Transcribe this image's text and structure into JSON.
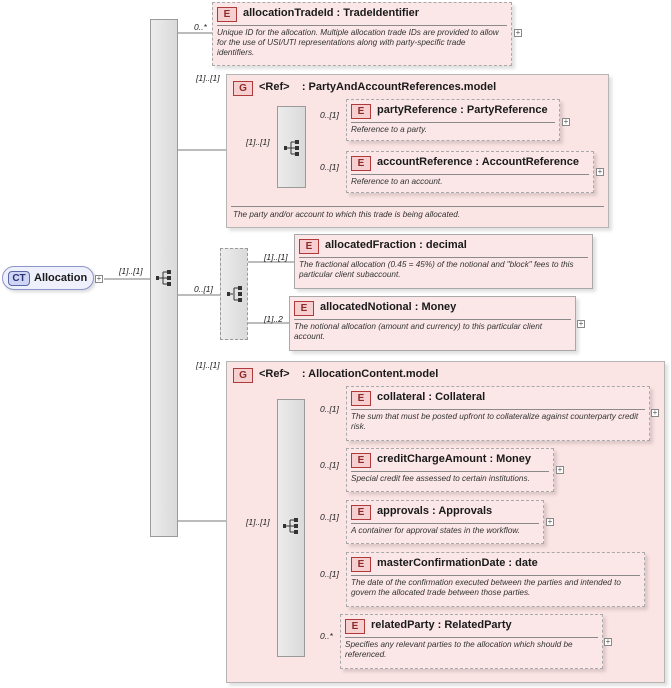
{
  "root": {
    "badge": "CT",
    "name": "Allocation",
    "cardinality": "[1]..[1]"
  },
  "elements": {
    "allocationTradeId": {
      "badge": "E",
      "name": "allocationTradeId : TradeIdentifier",
      "card": "0..*",
      "doc": "Unique ID for the allocation. Multiple allocation trade IDs are provided to allow for the use of USI/UTI representations along with party-specific trade identifiers."
    },
    "partyReference": {
      "badge": "E",
      "name": "partyReference : PartyReference",
      "card": "0..[1]",
      "doc": "Reference to a party."
    },
    "accountReference": {
      "badge": "E",
      "name": "accountReference : AccountReference",
      "card": "0..[1]",
      "doc": "Reference to an account."
    },
    "allocatedFraction": {
      "badge": "E",
      "name": "allocatedFraction : decimal",
      "card": "[1]..[1]",
      "doc": "The fractional allocation (0.45 = 45%) of the notional and \"block\" fees to this particular client subaccount."
    },
    "allocatedNotional": {
      "badge": "E",
      "name": "allocatedNotional : Money",
      "card": "[1]..2",
      "doc": "The notional allocation (amount and currency) to this particular client account."
    },
    "collateral": {
      "badge": "E",
      "name": "collateral : Collateral",
      "card": "0..[1]",
      "doc": "The sum that must be posted upfront to collateralize against counterparty credit risk."
    },
    "creditChargeAmount": {
      "badge": "E",
      "name": "creditChargeAmount : Money",
      "card": "0..[1]",
      "doc": "Special credit fee assessed to certain institutions."
    },
    "approvals": {
      "badge": "E",
      "name": "approvals : Approvals",
      "card": "0..[1]",
      "doc": "A container for approval states in the workflow."
    },
    "masterConfirmationDate": {
      "badge": "E",
      "name": "masterConfirmationDate : date",
      "card": "0..[1]",
      "doc": "The date of the confirmation executed between the parties and intended to govern the allocated trade between those parties."
    },
    "relatedParty": {
      "badge": "E",
      "name": "relatedParty : RelatedParty",
      "card": "0..*",
      "doc": "Specifies any relevant parties to the allocation which should be referenced."
    }
  },
  "groups": {
    "partyAccount": {
      "badge": "G",
      "ref": "<Ref>",
      "name": ": PartyAndAccountReferences.model",
      "card": "[1]..[1]",
      "seq_card": "[1]..[1]",
      "doc": "The party and/or account to which this trade is being allocated."
    },
    "choice": {
      "card": "0..[1]"
    },
    "allocationContent": {
      "badge": "G",
      "ref": "<Ref>",
      "name": ": AllocationContent.model",
      "card": "[1]..[1]",
      "seq_card": "[1]..[1]"
    }
  },
  "icons": {
    "expand": "+",
    "sequence": "sequence-icon",
    "choice": "choice-icon"
  },
  "colors": {
    "element_fill": "#fbe7e7",
    "badge_border": "#b03a3a",
    "ct_fill": "#eef0fc",
    "line": "#7a7a7a"
  }
}
